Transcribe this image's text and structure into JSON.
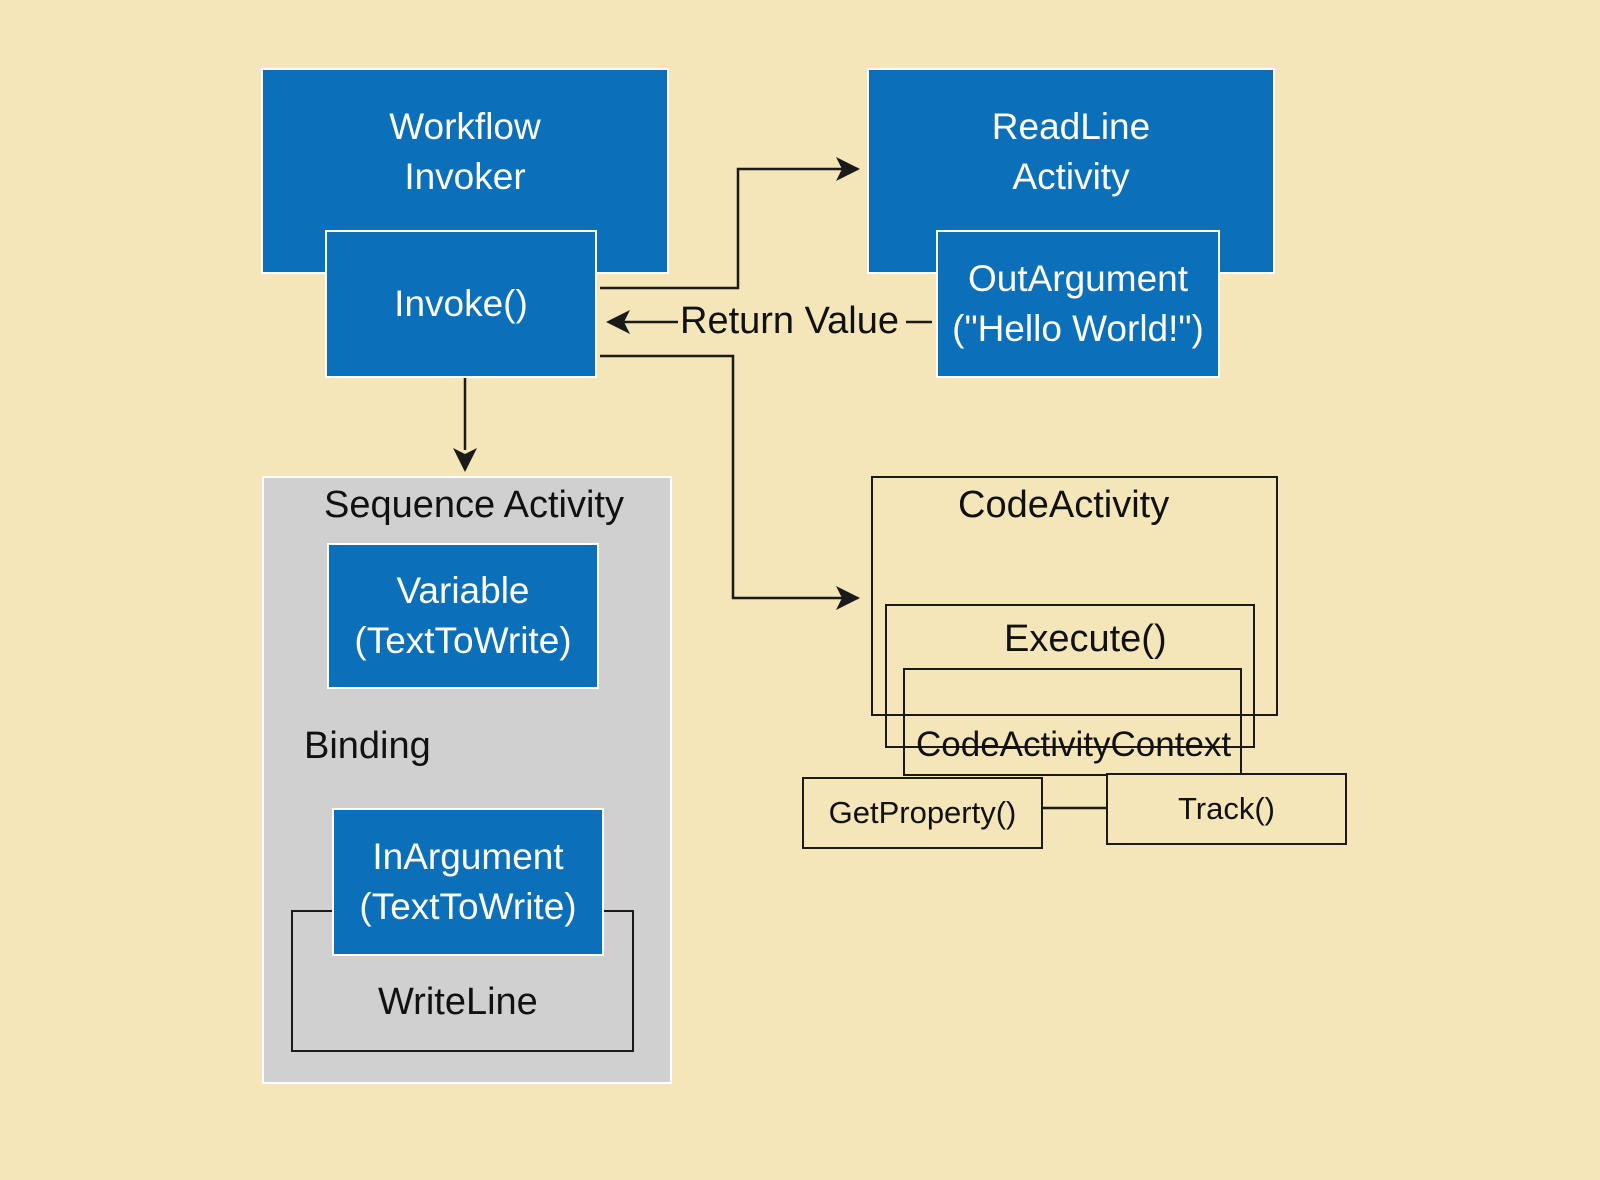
{
  "colors": {
    "background": "#f5e6b9",
    "box_blue": "#0b6fba",
    "box_text": "#ffffff",
    "sequence_fill": "#d0d0d0",
    "stroke": "#1a1a1a"
  },
  "workflow_invoker": {
    "line1": "Workflow",
    "line2": "Invoker"
  },
  "invoke": {
    "label": "Invoke()"
  },
  "readline_activity": {
    "line1": "ReadLine",
    "line2": "Activity"
  },
  "out_argument": {
    "line1": "OutArgument",
    "line2": "(\"Hello World!\")"
  },
  "return_value": {
    "label": "Return Value"
  },
  "sequence_activity": {
    "title": "Sequence Activity",
    "variable": {
      "line1": "Variable",
      "line2": "(TextToWrite)"
    },
    "binding_label": "Binding",
    "in_argument": {
      "line1": "InArgument",
      "line2": "(TextToWrite)"
    },
    "writeline_label": "WriteLine"
  },
  "code_activity": {
    "title": "CodeActivity",
    "execute": "Execute()",
    "context": "CodeActivityContext",
    "get_property": "GetProperty()",
    "track": "Track()"
  }
}
